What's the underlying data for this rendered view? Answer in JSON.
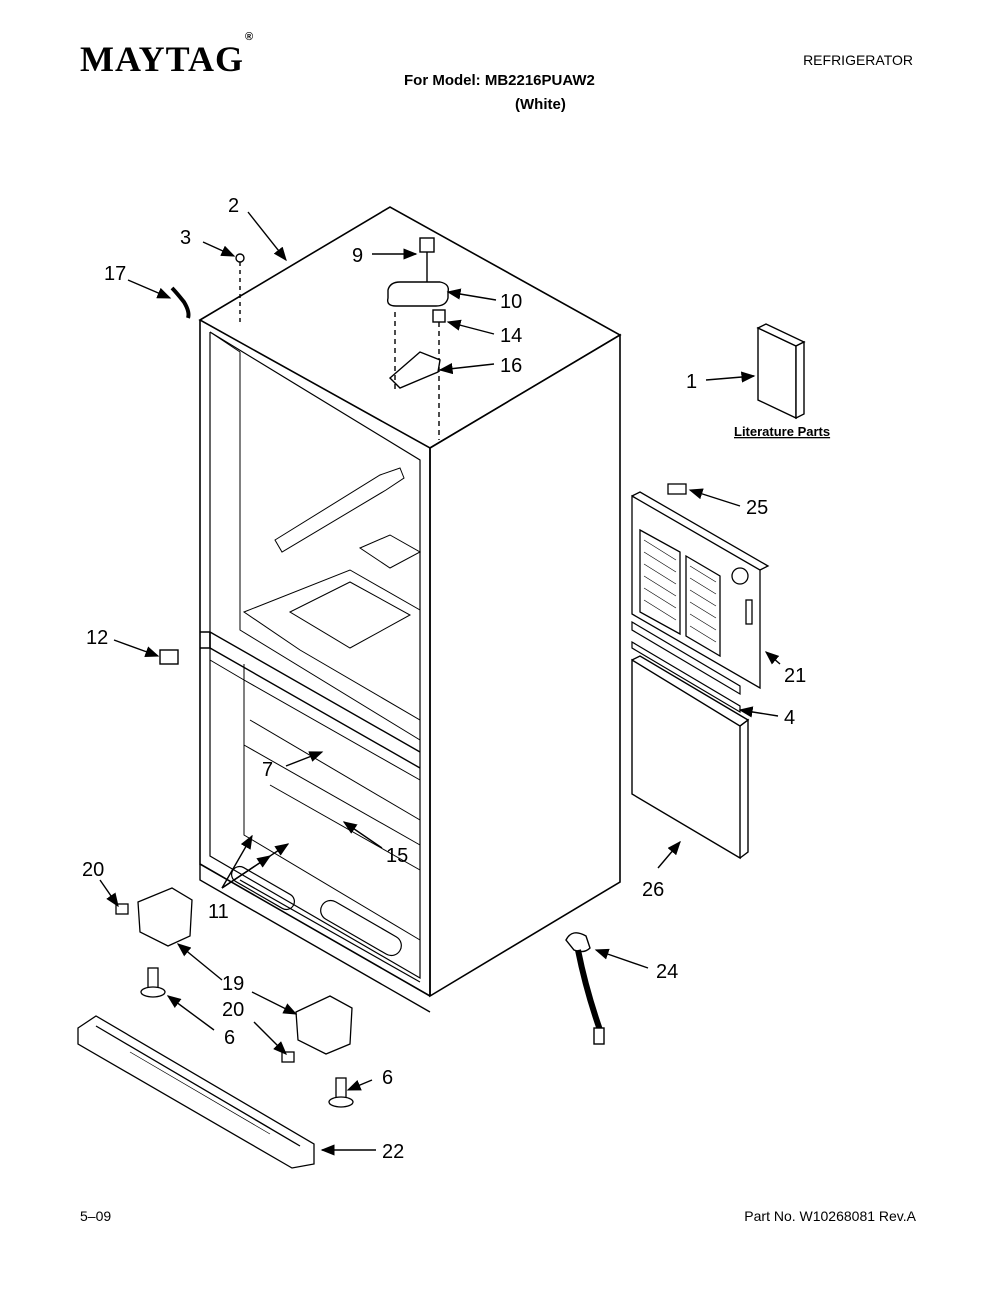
{
  "header": {
    "brand": "MAYTAG",
    "brand_mark": "®",
    "document_type": "REFRIGERATOR",
    "model_line": "For Model: MB2216PUAW2",
    "color_line": "(White)"
  },
  "diagram": {
    "callouts": [
      "2",
      "3",
      "17",
      "9",
      "10",
      "14",
      "16",
      "1",
      "25",
      "21",
      "4",
      "26",
      "12",
      "7",
      "15",
      "20",
      "11",
      "19",
      "20",
      "6",
      "6",
      "24",
      "22"
    ],
    "literature_label": "Literature Parts"
  },
  "footer": {
    "date": "5–09",
    "part_number": "Part No. W10268081 Rev.A"
  },
  "colors": {
    "ink": "#000000",
    "paper": "#ffffff"
  }
}
